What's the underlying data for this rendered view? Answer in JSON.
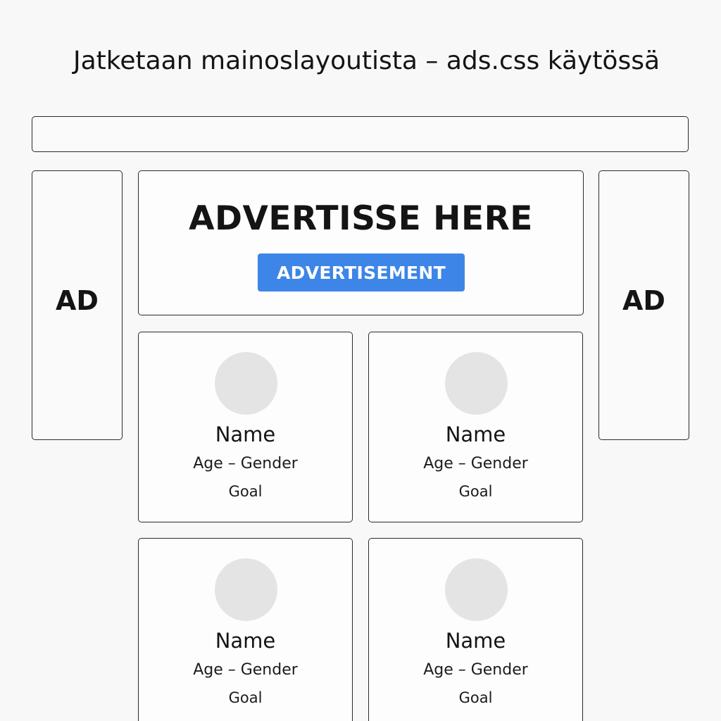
{
  "page_title": "Jatketaan mainoslayoutista – ads.css käytössä",
  "side_ads": {
    "left_label": "AD",
    "right_label": "AD"
  },
  "banner": {
    "heading": "ADVERTISSE HERE",
    "button_label": "ADVERTISEMENT",
    "button_color": "#3d86e8"
  },
  "cards": [
    {
      "name": "Name",
      "meta": "Age – Gender",
      "goal": "Goal"
    },
    {
      "name": "Name",
      "meta": "Age – Gender",
      "goal": "Goal"
    },
    {
      "name": "Name",
      "meta": "Age – Gender",
      "goal": "Goal"
    },
    {
      "name": "Name",
      "meta": "Age – Gender",
      "goal": "Goal"
    }
  ]
}
